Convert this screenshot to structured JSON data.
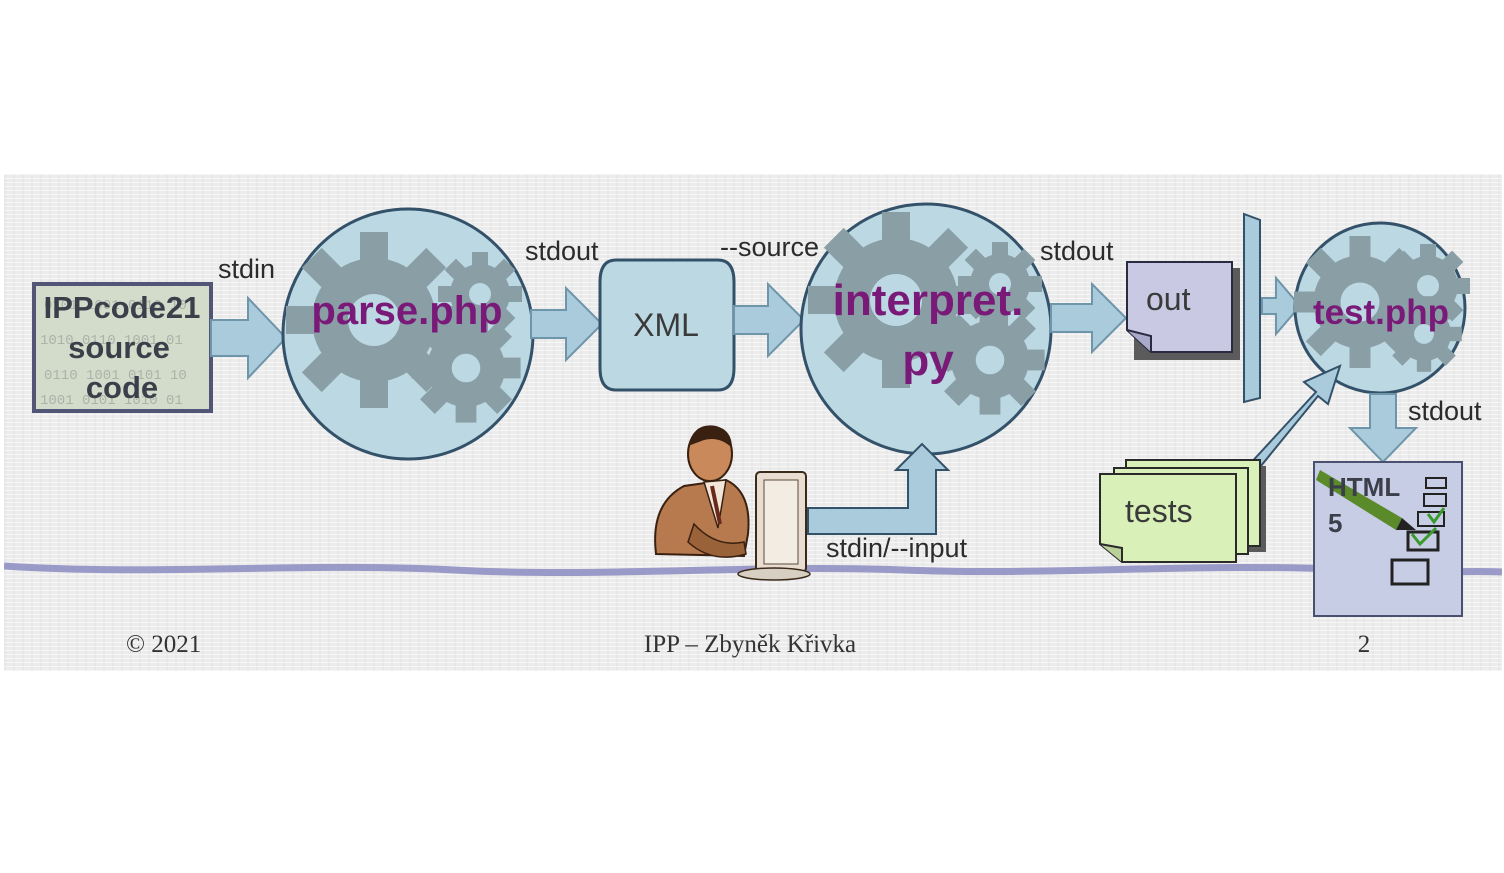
{
  "source_box": {
    "line1": "IPPcode21",
    "line2": "source",
    "line3": "code"
  },
  "processes": {
    "parse": "parse.php",
    "interpret_line1": "interpret.",
    "interpret_line2": "py",
    "test": "test.php"
  },
  "files": {
    "xml": "XML",
    "out": "out",
    "tests": "tests"
  },
  "labels": {
    "stdin": "stdin",
    "parse_stdout": "stdout",
    "source": "--source",
    "interpret_stdout": "stdout",
    "input": "stdin/--input",
    "test_stdout": "stdout"
  },
  "html5": {
    "line1": "HTML",
    "line2": "5"
  },
  "footer": {
    "copyright": "© 2021",
    "author": "IPP – Zbyněk Křivka",
    "page": "2"
  },
  "colors": {
    "process_fill": "#bcd9e3",
    "arrow_fill": "#a9cbdc",
    "gear": "#8a9ea6",
    "process_text": "#7a1a78",
    "out_fill": "#c9c9e3",
    "tests_fill": "#d9f0b8"
  }
}
